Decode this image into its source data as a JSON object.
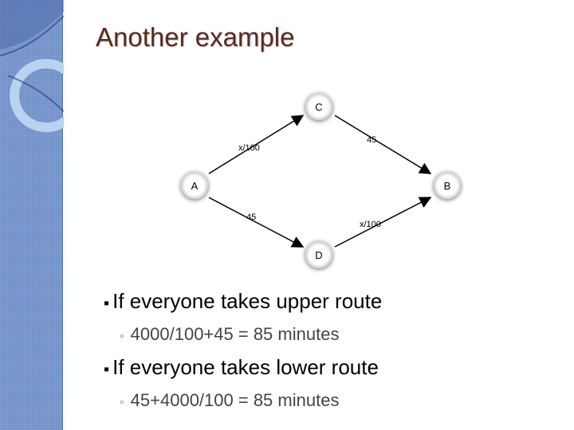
{
  "slide": {
    "title": "Another example",
    "bullets": [
      {
        "glyph": "▪",
        "text": "If everyone takes upper route",
        "sub": {
          "glyph": "◦",
          "text": "4000/100+45 = 85 minutes"
        }
      },
      {
        "glyph": "▪",
        "text": "If everyone takes lower route",
        "sub": {
          "glyph": "◦",
          "text": "45+4000/100 = 85 minutes"
        }
      }
    ]
  },
  "diagram": {
    "nodes": {
      "A": "A",
      "B": "B",
      "C": "C",
      "D": "D"
    },
    "edges": {
      "AC": "x/100",
      "CB": "45",
      "AD": "45",
      "DB": "x/100"
    }
  },
  "colors": {
    "title": "#5a2a1c",
    "side_strip": "#6f8fc9",
    "deco_ring": "#b9d3ef"
  }
}
